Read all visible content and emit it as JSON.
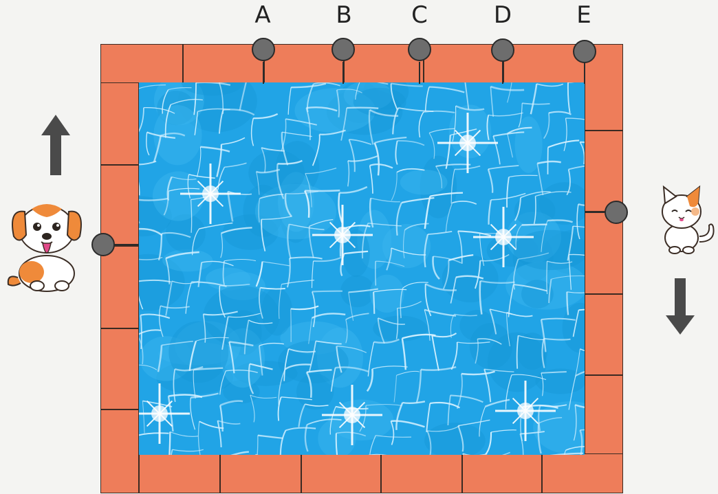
{
  "labels": {
    "a": "A",
    "b": "B",
    "c": "C",
    "d": "D",
    "e": "E"
  },
  "colors": {
    "brick": "#ee7d5a",
    "water": "#21a4e6",
    "peg": "#6d6d6d"
  },
  "icons": {
    "up_arrow": "arrow-up-icon",
    "down_arrow": "arrow-down-icon",
    "dog": "dog-icon",
    "cat": "cat-icon"
  }
}
